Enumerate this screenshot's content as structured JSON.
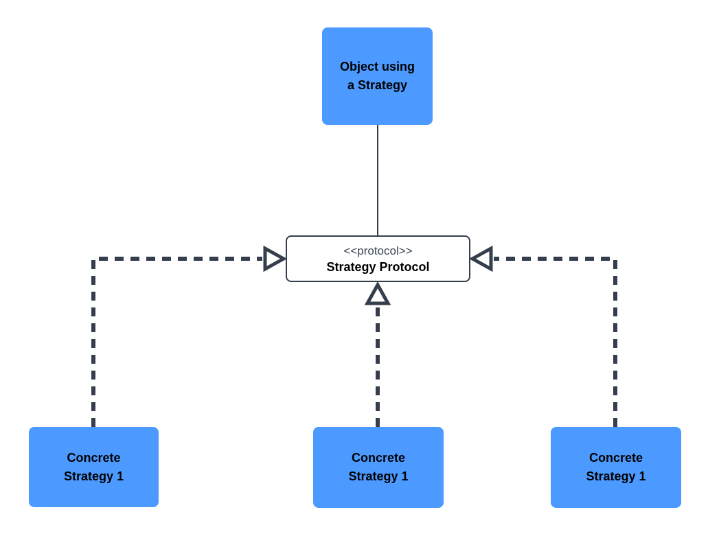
{
  "diagram": {
    "type": "uml-strategy-pattern",
    "colors": {
      "node_fill": "#4C9AFF",
      "node_text": "#000000",
      "connector": "#343E4C",
      "stereotype_text": "#3A4655",
      "protocol_fill": "#FFFFFF",
      "background": "#FFFFFF"
    },
    "nodes": {
      "context": {
        "label": "Object using\na Strategy"
      },
      "protocol": {
        "stereotype": "<<protocol>>",
        "name": "Strategy Protocol"
      },
      "concrete": [
        {
          "label": "Concrete\nStrategy 1"
        },
        {
          "label": "Concrete\nStrategy 1"
        },
        {
          "label": "Concrete\nStrategy 1"
        }
      ]
    },
    "connectors": [
      {
        "from": "context",
        "to": "protocol",
        "style": "solid",
        "arrow": "none"
      },
      {
        "from": "concrete-left",
        "to": "protocol",
        "style": "dashed",
        "arrow": "hollow-triangle"
      },
      {
        "from": "concrete-middle",
        "to": "protocol",
        "style": "dashed",
        "arrow": "hollow-triangle"
      },
      {
        "from": "concrete-right",
        "to": "protocol",
        "style": "dashed",
        "arrow": "hollow-triangle"
      }
    ]
  }
}
